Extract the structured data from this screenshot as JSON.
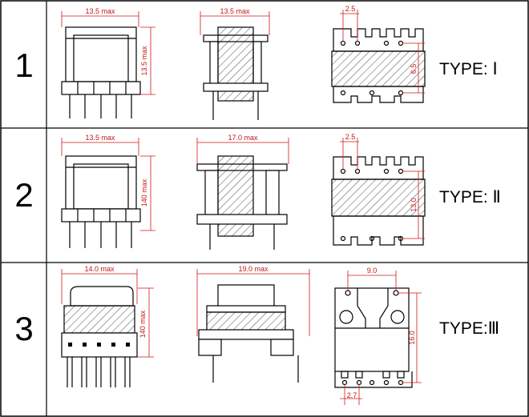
{
  "rows": [
    {
      "number": "1",
      "type_label": "TYPE: Ⅰ",
      "dims": {
        "front_width": "13.5 max",
        "front_height": "13.5 max",
        "side_width": "13.5 max",
        "top_pitch": "2.5",
        "top_height": "6.5"
      }
    },
    {
      "number": "2",
      "type_label": "TYPE: Ⅱ",
      "dims": {
        "front_width": "13.5 max",
        "front_height": "140 max",
        "side_width": "17.0 max",
        "top_pitch": "2.5",
        "top_height": "13.0"
      }
    },
    {
      "number": "3",
      "type_label": "TYPE:Ⅲ",
      "dims": {
        "front_width": "14.0 max",
        "front_height": "140 max",
        "side_width": "19.0 max",
        "top_pitch": "9.0",
        "top_height": "16.0",
        "bottom_pitch": "2.7"
      }
    }
  ],
  "colors": {
    "dimension": "#c01818",
    "grid": "#000000"
  }
}
